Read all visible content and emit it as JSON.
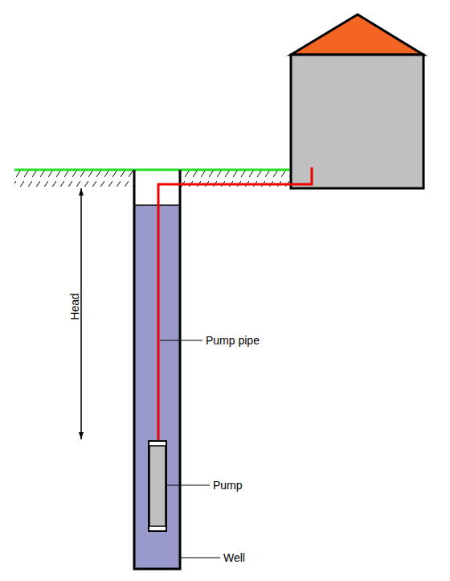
{
  "diagram": {
    "labels": [
      "Head",
      "Pump pipe",
      "Pump",
      "Well"
    ]
  }
}
